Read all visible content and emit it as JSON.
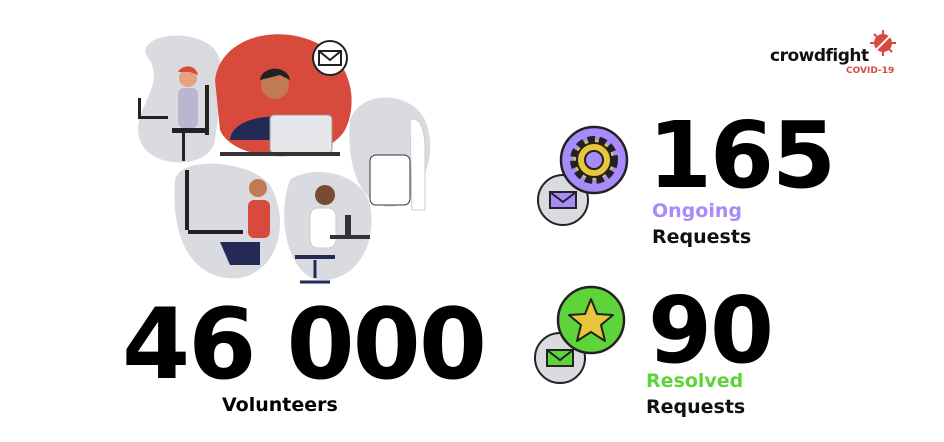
{
  "logo": {
    "brand": "crowdfight",
    "sub": "COVID-19"
  },
  "volunteers": {
    "value": "46 000",
    "label": "Volunteers"
  },
  "ongoing": {
    "value": "165",
    "label": "Ongoing",
    "sub": "Requests",
    "color": "#a78bfa"
  },
  "resolved": {
    "value": "90",
    "label": "Resolved",
    "sub": "Requests",
    "color": "#5fd33a"
  },
  "icons": [
    "gear-icon",
    "star-icon",
    "mail-icon"
  ]
}
